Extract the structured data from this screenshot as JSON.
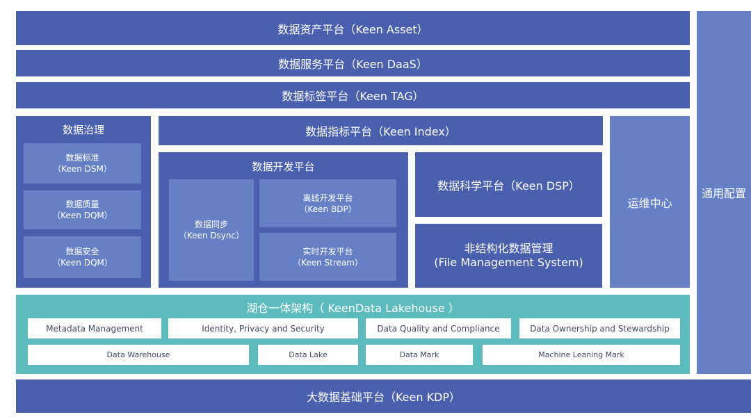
{
  "layers": {
    "asset": "数据资产平台（Keen Asset）",
    "daas": "数据服务平台（Keen DaaS）",
    "tag": "数据标签平台（Keen TAG）",
    "kdp": "大数据基础平台（Keen KDP）"
  },
  "general_config": "通用配置",
  "governance": {
    "title": "数据治理",
    "items": [
      {
        "line1": "数据标准",
        "line2": "（Keen DSM）"
      },
      {
        "line1": "数据质量",
        "line2": "（Keen DQM）"
      },
      {
        "line1": "数据安全",
        "line2": "（Keen DQM）"
      }
    ]
  },
  "index": "数据指标平台（Keen Index）",
  "dev": {
    "title": "数据开发平台",
    "sync": {
      "line1": "数据同步",
      "line2": "（Keen Dsync）"
    },
    "bdp": {
      "line1": "离线开发平台",
      "line2": "（Keen BDP）"
    },
    "stream": {
      "line1": "实时开发平台",
      "line2": "（Keen Stream）"
    }
  },
  "dsp": "数据科学平台（Keen DSP）",
  "file_mgmt": {
    "line1": "非结构化数据管理",
    "line2": "(File Management System)"
  },
  "ops": "运维中心",
  "lakehouse": {
    "title": "湖仓一体架构（ KeenData Lakehouse ）",
    "row1": [
      "Metadata Management",
      "Identity, Privacy and Security",
      "Data Quality and Compliance",
      "Data Ownership and Stewardship"
    ],
    "row2": [
      "Data Warehouse",
      "Data Lake",
      "Data Mark",
      "Machine Leaning Mark"
    ]
  },
  "colors": {
    "dark": "#4a5fad",
    "light": "#6680c5",
    "teal": "#5cbcbd"
  }
}
